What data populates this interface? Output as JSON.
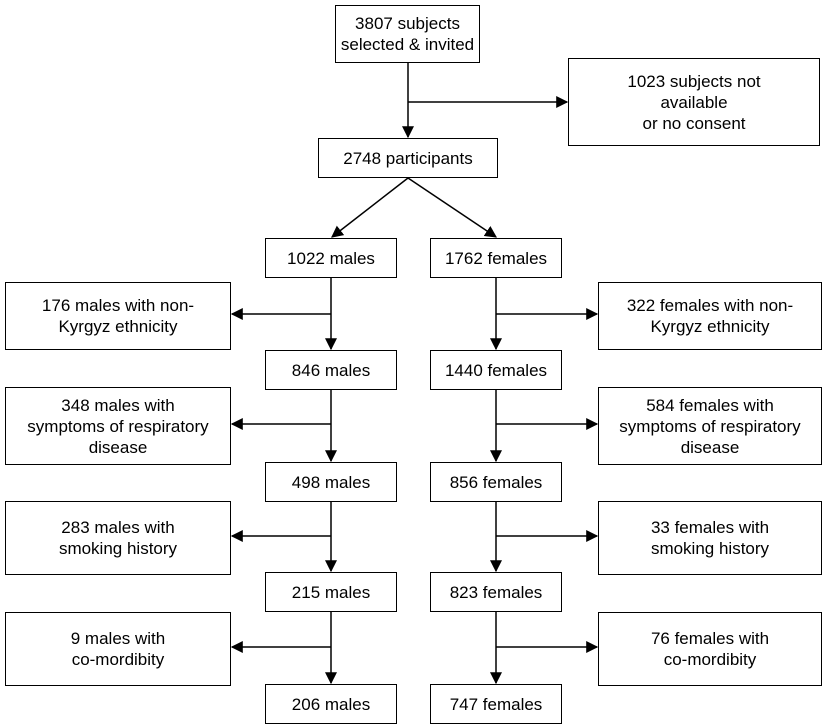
{
  "flowchart": {
    "selected": "3807 subjects\nselected & invited",
    "not_available": "1023 subjects not\navailable\nor no consent",
    "participants": "2748 participants",
    "males": {
      "stage1": "1022 males",
      "excl1": "176 males with non-\nKyrgyz ethnicity",
      "stage2": "846 males",
      "excl2": "348 males with\nsymptoms of respiratory\ndisease",
      "stage3": "498 males",
      "excl3": "283 males with\nsmoking history",
      "stage4": "215 males",
      "excl4": "9 males with\nco-mordibity",
      "stage5": "206 males"
    },
    "females": {
      "stage1": "1762 females",
      "excl1": "322 females with non-\nKyrgyz ethnicity",
      "stage2": "1440 females",
      "excl2": "584 females with\nsymptoms of respiratory\ndisease",
      "stage3": "856 females",
      "excl3": "33 females with\nsmoking history",
      "stage4": "823 females",
      "excl4": "76 females with\nco-mordibity",
      "stage5": "747 females"
    }
  }
}
